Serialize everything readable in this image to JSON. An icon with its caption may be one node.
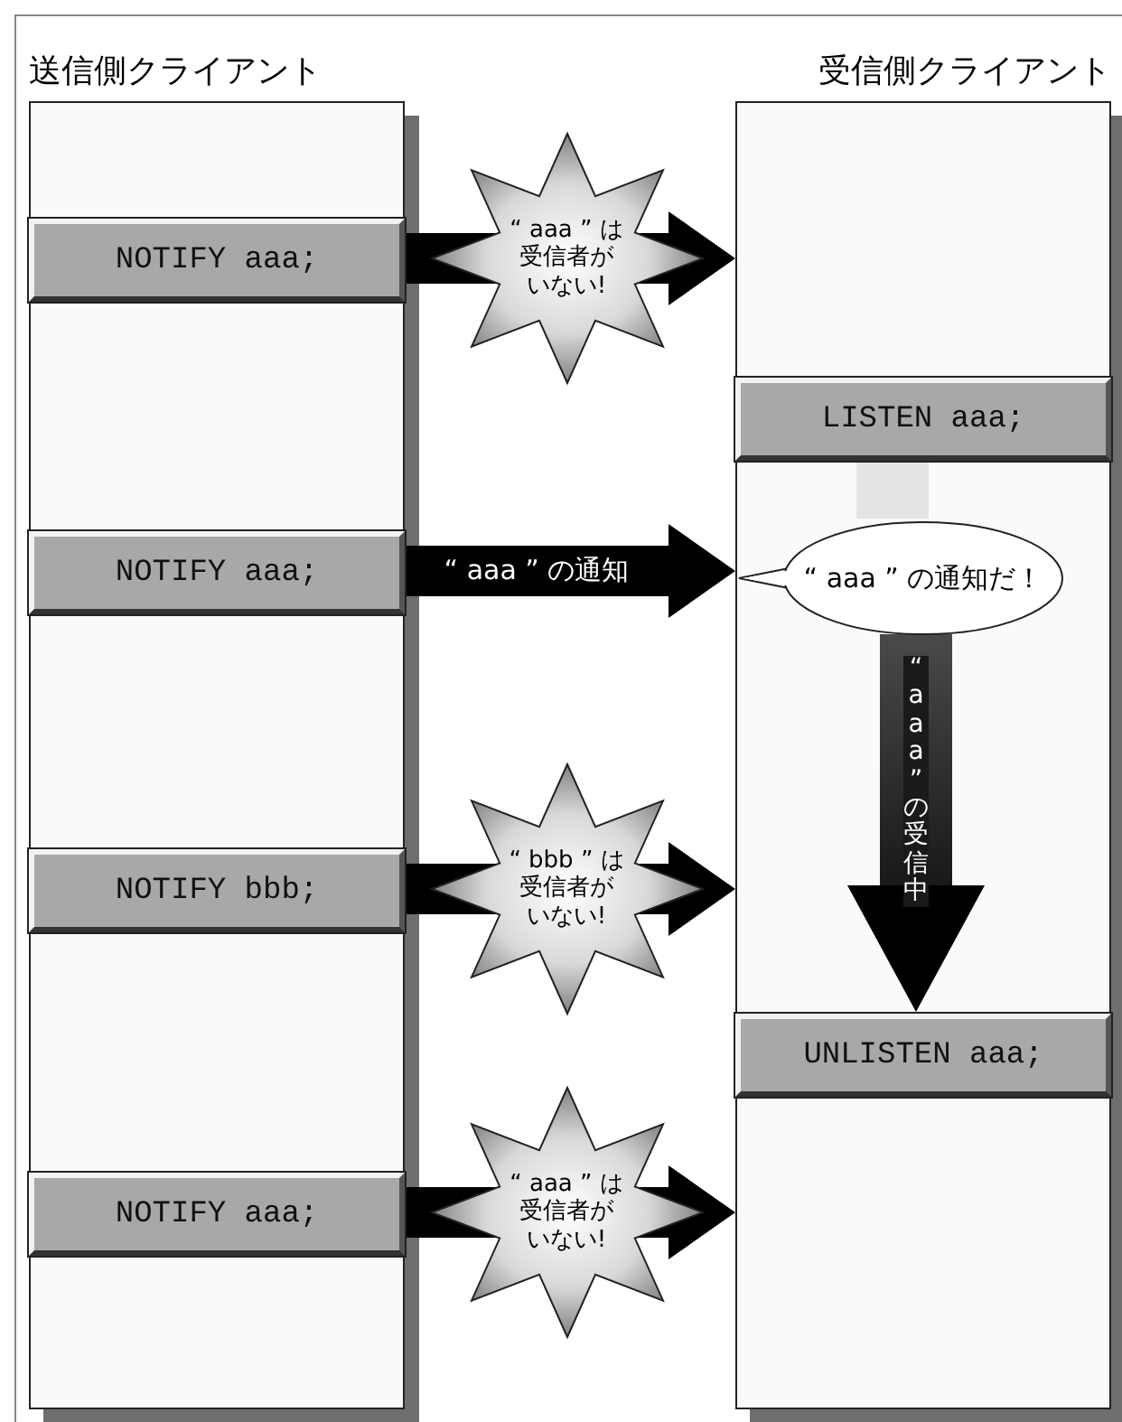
{
  "diagram": {
    "nodes": [
      {
        "text": [
          "送信側クライアント"
        ]
      },
      {
        "text": [
          "NOTIFY aaa;"
        ],
        "in": 0
      },
      {
        "text": [
          "NOTIFY aaa;"
        ],
        "in": 0
      },
      {
        "text": [
          "NOTIFY bbb;"
        ],
        "in": 0
      },
      {
        "text": [
          "NOTIFY aaa;"
        ],
        "in": 0
      },
      {
        "text": [
          "受信側クライアント"
        ]
      },
      {
        "text": [
          "LISTEN aaa;"
        ],
        "in": 5
      },
      {
        "text": [
          "“ aaa ” の通知だ！"
        ],
        "in": 5
      },
      {
        "text": [
          "UNLISTEN aaa;"
        ],
        "in": 5
      }
    ],
    "edges": [
      {
        "from": 1,
        "to": 5,
        "arrow": "to",
        "label": "“ aaa ” は受信者がいない!"
      },
      {
        "from": 2,
        "to": 5,
        "arrow": "to",
        "label": "“ aaa ” の通知"
      },
      {
        "from": 3,
        "to": 5,
        "arrow": "to",
        "label": "“ bbb ” は受信者がいない!"
      },
      {
        "from": 4,
        "to": 5,
        "arrow": "to",
        "label": "“ aaa ” は受信者がいない!"
      },
      {
        "from": 6,
        "to": 7,
        "arrow": "none",
        "color": "#e4e4e4"
      },
      {
        "from": 7,
        "to": 8,
        "arrow": "to",
        "label": "“ aaa ” の受信中"
      }
    ]
  }
}
